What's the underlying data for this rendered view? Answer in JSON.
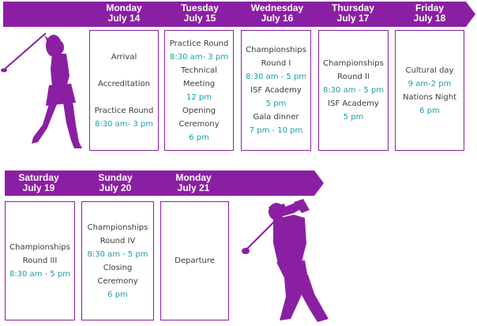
{
  "schedule": {
    "week1": [
      {
        "day": "Monday",
        "date": "July 14",
        "lines": [
          {
            "t": "Arrival",
            "c": "dark"
          },
          {
            "t": "",
            "c": "gap"
          },
          {
            "t": "Accreditation",
            "c": "dark"
          },
          {
            "t": "",
            "c": "gap"
          },
          {
            "t": "Practice Round",
            "c": "dark"
          },
          {
            "t": "8:30 am- 3 pm",
            "c": "teal"
          }
        ]
      },
      {
        "day": "Tuesday",
        "date": "July 15",
        "lines": [
          {
            "t": "Practice Round",
            "c": "dark"
          },
          {
            "t": "8:30 am- 3 pm",
            "c": "teal"
          },
          {
            "t": "Technical",
            "c": "dark"
          },
          {
            "t": "Meeting",
            "c": "dark"
          },
          {
            "t": "12 pm",
            "c": "teal"
          },
          {
            "t": "Opening",
            "c": "dark"
          },
          {
            "t": "Ceremony",
            "c": "dark"
          },
          {
            "t": "6 pm",
            "c": "teal"
          }
        ]
      },
      {
        "day": "Wednesday",
        "date": "July 16",
        "lines": [
          {
            "t": "Championships",
            "c": "dark"
          },
          {
            "t": "Round I",
            "c": "dark"
          },
          {
            "t": "8:30 am - 5 pm",
            "c": "teal"
          },
          {
            "t": "ISF Academy",
            "c": "dark"
          },
          {
            "t": "5 pm",
            "c": "teal"
          },
          {
            "t": "Gala dinner",
            "c": "dark"
          },
          {
            "t": "7 pm - 10 pm",
            "c": "teal"
          }
        ]
      },
      {
        "day": "Thursday",
        "date": "July 17",
        "lines": [
          {
            "t": "Championships",
            "c": "dark"
          },
          {
            "t": "Round II",
            "c": "dark"
          },
          {
            "t": "8:30 am - 5 pm",
            "c": "teal"
          },
          {
            "t": "ISF Academy",
            "c": "dark"
          },
          {
            "t": "5 pm",
            "c": "teal"
          }
        ]
      },
      {
        "day": "Friday",
        "date": "July 18",
        "lines": [
          {
            "t": "Cultural day",
            "c": "dark"
          },
          {
            "t": "9 am-2 pm",
            "c": "teal"
          },
          {
            "t": "Nations Night",
            "c": "dark"
          },
          {
            "t": "6 pm",
            "c": "teal"
          }
        ]
      }
    ],
    "week2": [
      {
        "day": "Saturday",
        "date": "July 19",
        "lines": [
          {
            "t": "Championships",
            "c": "dark"
          },
          {
            "t": "Round III",
            "c": "dark"
          },
          {
            "t": "8:30 am - 5 pm",
            "c": "teal"
          }
        ]
      },
      {
        "day": "Sunday",
        "date": "July 20",
        "lines": [
          {
            "t": "Championships",
            "c": "dark"
          },
          {
            "t": "Round IV",
            "c": "dark"
          },
          {
            "t": "8:30 am - 5 pm",
            "c": "teal"
          },
          {
            "t": "Closing",
            "c": "dark"
          },
          {
            "t": "Ceremony",
            "c": "dark"
          },
          {
            "t": "6 pm",
            "c": "teal"
          }
        ]
      },
      {
        "day": "Monday",
        "date": "July 21",
        "lines": [
          {
            "t": "Departure",
            "c": "dark"
          }
        ]
      }
    ]
  },
  "colors": {
    "accent": "#8b1fa3",
    "time": "#1aa0a8",
    "text": "#3b3b3b"
  },
  "icons": {
    "left": "female-golfer-silhouette",
    "right": "male-golfer-silhouette"
  }
}
